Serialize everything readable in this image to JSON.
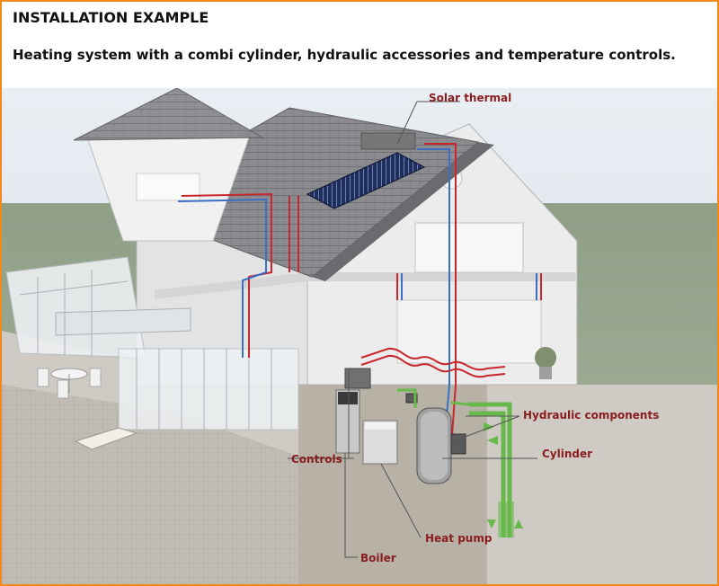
{
  "header": {
    "title": "INSTALLATION EXAMPLE",
    "subtitle": "Heating system with a combi cylinder, hydraulic accessories and temperature controls."
  },
  "labels": {
    "solar_thermal": "Solar thermal",
    "hydraulic_components": "Hydraulic components",
    "cylinder": "Cylinder",
    "controls": "Controls",
    "heat_pump": "Heat pump",
    "boiler": "Boiler"
  },
  "colors": {
    "frame": "#f08a1c",
    "label_text": "#8a1e1e",
    "hot_pipe": "#c8282d",
    "cold_pipe": "#3b6fc4",
    "ground_loop": "#66b94a"
  }
}
